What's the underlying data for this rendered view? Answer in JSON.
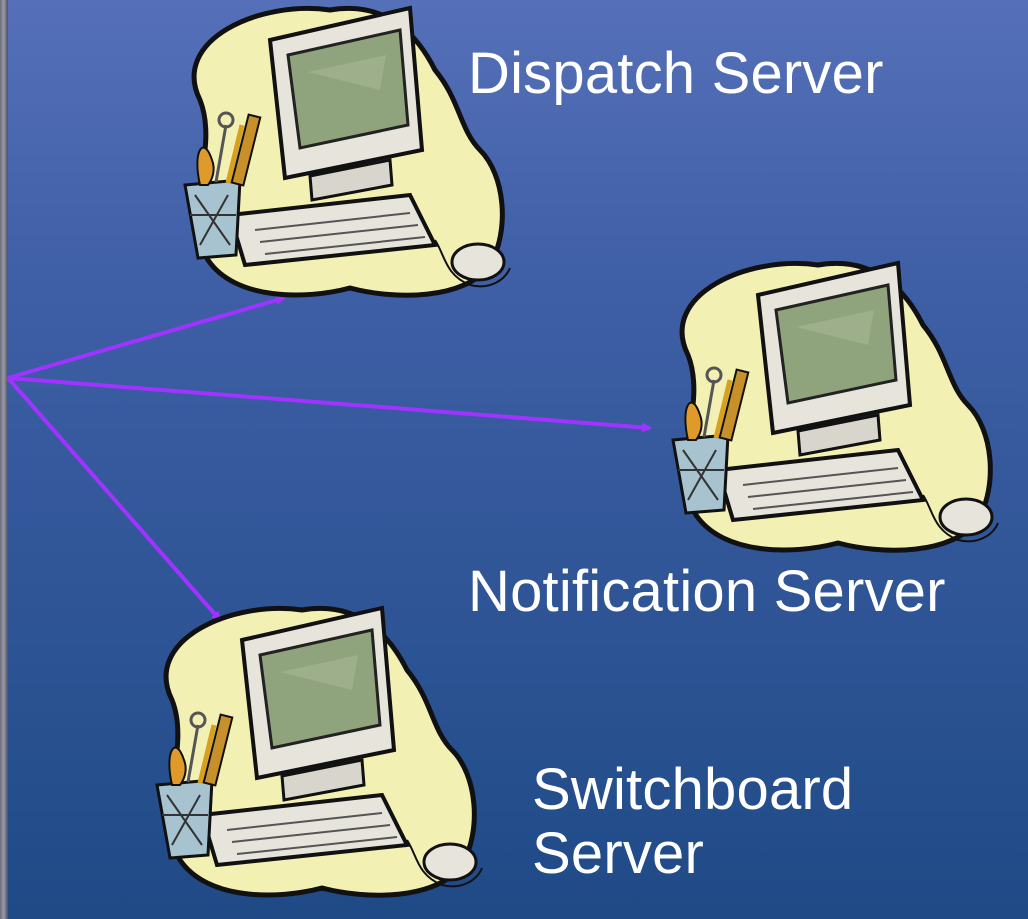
{
  "diagram": {
    "nodes": {
      "dispatch": {
        "label": "Dispatch Server",
        "icon": "computer-workstation-icon"
      },
      "notification": {
        "label": "Notification Server",
        "icon": "computer-workstation-icon"
      },
      "switchboard": {
        "label_line1": "Switchboard",
        "label_line2": "Server",
        "icon": "computer-workstation-icon"
      }
    },
    "connections": [
      {
        "from": "origin",
        "to": "dispatch"
      },
      {
        "from": "origin",
        "to": "notification"
      },
      {
        "from": "origin",
        "to": "switchboard"
      }
    ],
    "colors": {
      "arrow": "#a033ff",
      "background_top": "#5570b8",
      "background_bottom": "#1f4a86",
      "blob": "#f3f0b4",
      "monitor_body": "#e7e4dc",
      "screen": "#8fa37c",
      "label_text": "#ffffff"
    }
  }
}
